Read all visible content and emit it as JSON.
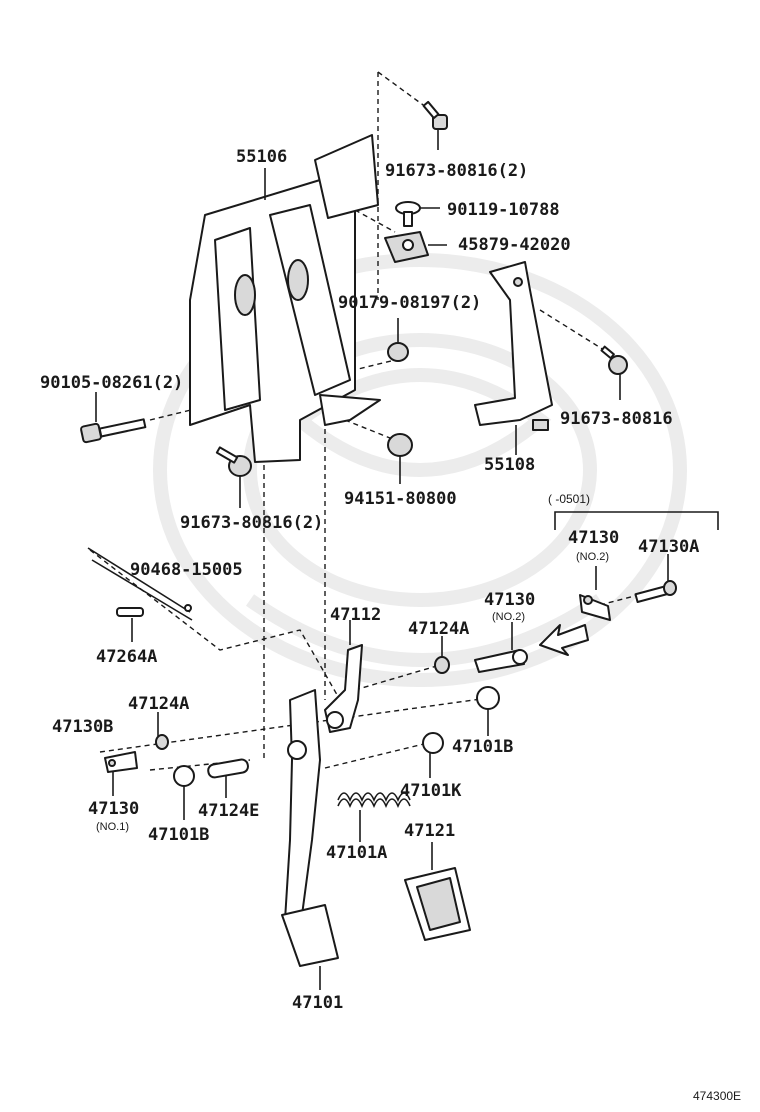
{
  "diagram": {
    "figure_code": "474300E",
    "callouts": [
      {
        "id": "c55106",
        "text": "55106"
      },
      {
        "id": "c91673a",
        "text": "91673-80816(2)"
      },
      {
        "id": "c90119",
        "text": "90119-10788"
      },
      {
        "id": "c45879",
        "text": "45879-42020"
      },
      {
        "id": "c90179",
        "text": "90179-08197(2)"
      },
      {
        "id": "c90105",
        "text": "90105-08261(2)"
      },
      {
        "id": "c91673b",
        "text": "91673-80816"
      },
      {
        "id": "c55108",
        "text": "55108"
      },
      {
        "id": "c94151",
        "text": "94151-80800"
      },
      {
        "id": "c91673c",
        "text": "91673-80816(2)"
      },
      {
        "id": "c90468",
        "text": "90468-15005"
      },
      {
        "id": "c47264A",
        "text": "47264A"
      },
      {
        "id": "c47112",
        "text": "47112"
      },
      {
        "id": "c47130ta",
        "text": "47130"
      },
      {
        "id": "c47124Aa",
        "text": "47124A"
      },
      {
        "id": "c47130Ab",
        "text": "47130A"
      },
      {
        "id": "c47130tb",
        "text": "47130"
      },
      {
        "id": "c47124Ab",
        "text": "47124A"
      },
      {
        "id": "c47130B",
        "text": "47130B"
      },
      {
        "id": "c47101B1",
        "text": "47101B"
      },
      {
        "id": "c47101K",
        "text": "47101K"
      },
      {
        "id": "c47130c",
        "text": "47130"
      },
      {
        "id": "c47124E",
        "text": "47124E"
      },
      {
        "id": "c47101B2",
        "text": "47101B"
      },
      {
        "id": "c47101A",
        "text": "47101A"
      },
      {
        "id": "c47121",
        "text": "47121"
      },
      {
        "id": "c47101",
        "text": "47101"
      }
    ],
    "subnotes": {
      "no2_upper": "(NO.2)",
      "no2_lower": "(NO.2)",
      "no1": "(NO.1)",
      "range_note": "(      -0501)"
    }
  }
}
